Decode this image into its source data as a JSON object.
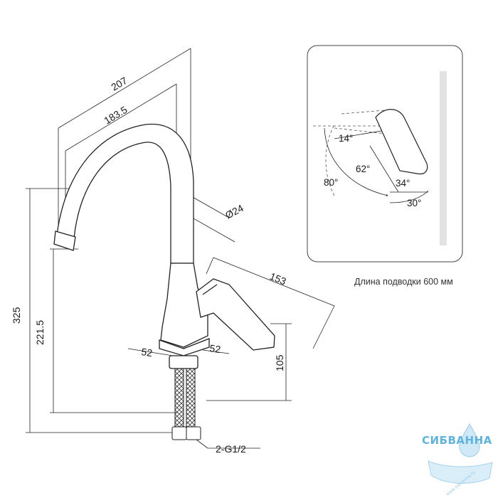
{
  "dimensions": {
    "overall_reach": "207",
    "spout_reach": "183.5",
    "spout_diameter": "Ø24",
    "height_total": "325",
    "height_spout": "221.5",
    "handle_length": "153",
    "handle_height": "105",
    "base_left": "52",
    "base_right": "52",
    "connection": "2-G1/2"
  },
  "inset": {
    "angle_top": "14°",
    "angle_mid": "62°",
    "angle_left": "80°",
    "angle_right_inner": "34°",
    "angle_right_outer": "30°"
  },
  "caption": "Длина подводки 600 мм",
  "logo": {
    "name": "СИБВАННА",
    "url": "www.sibvanna.ru",
    "color": "#5fb3e0"
  }
}
